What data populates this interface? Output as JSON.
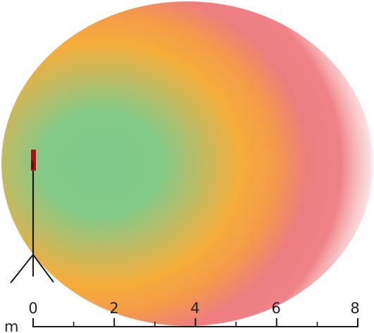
{
  "scale": {
    "unit": "m",
    "labels": [
      "0",
      "2",
      "4",
      "6",
      "8"
    ]
  },
  "colors": {
    "near_zone": "#7fc98a",
    "mid_zone": "#f6ad3a",
    "far_zone": "#ee7d7f",
    "sensor_head": "#a01616",
    "stand": "#1a1a1a"
  },
  "icons": {
    "sensor": "motion-sensor-on-tripod-icon"
  }
}
